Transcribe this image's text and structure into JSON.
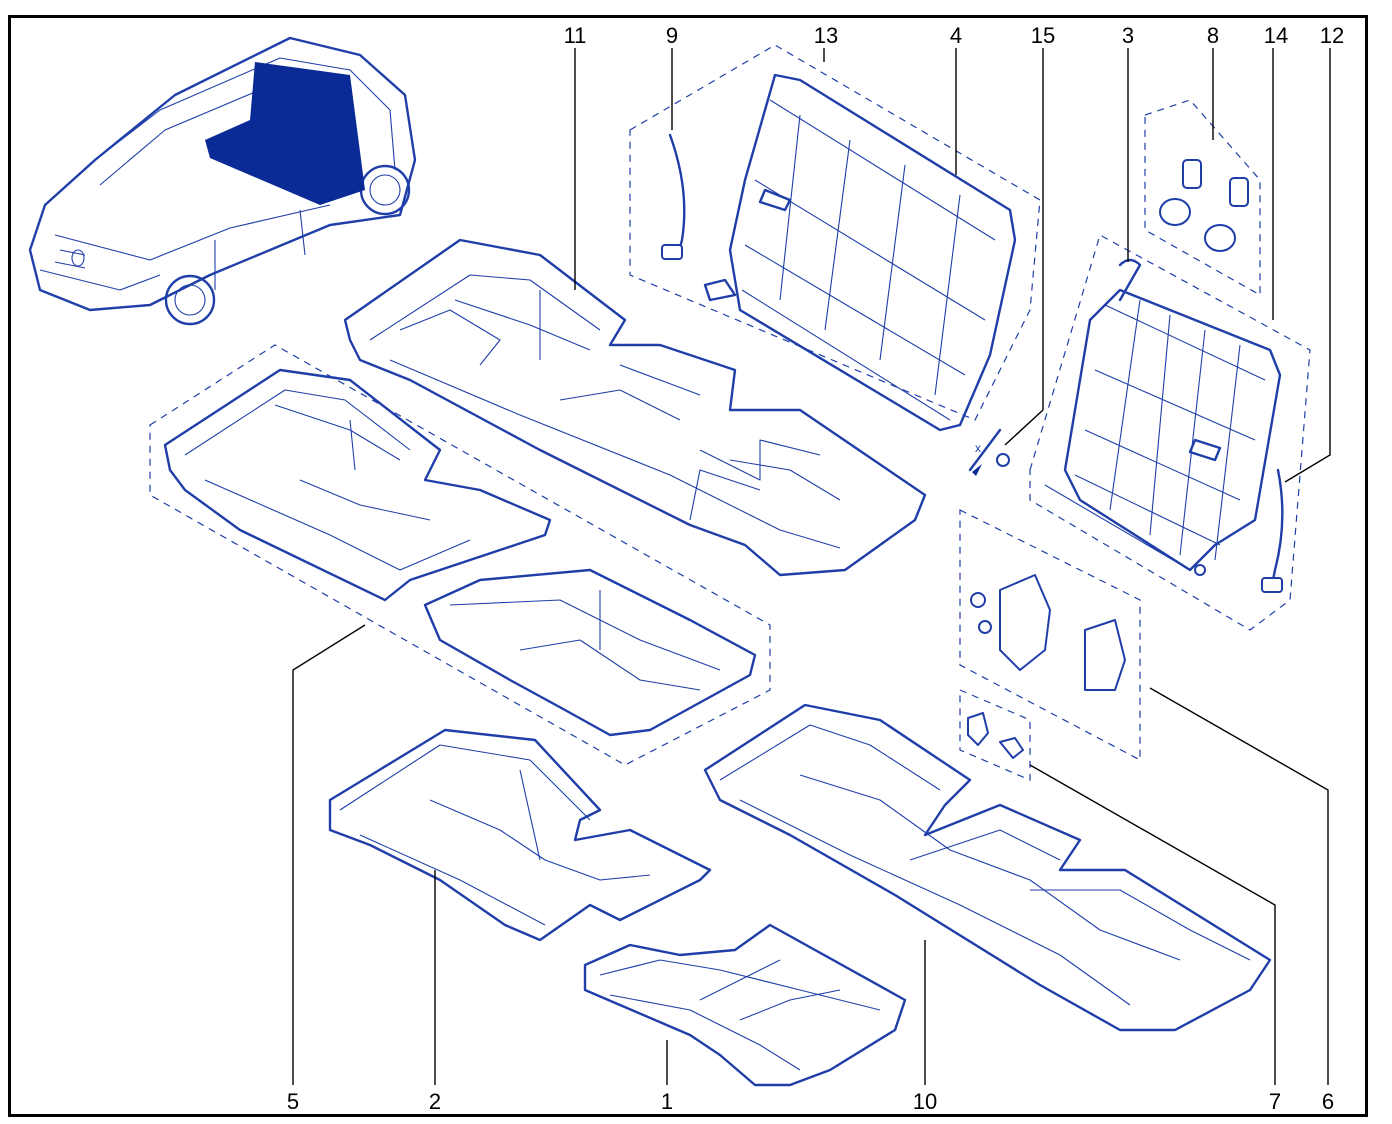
{
  "colors": {
    "line": "#1f3ea8",
    "highlight": "#0a2a96",
    "labels": "#000000"
  },
  "callouts": {
    "c1": "1",
    "c2": "2",
    "c3": "3",
    "c4": "4",
    "c5": "5",
    "c6": "6",
    "c7": "7",
    "c8": "8",
    "c9": "9",
    "c10": "10",
    "c11": "11",
    "c12": "12",
    "c13": "13",
    "c14": "14",
    "c15": "15"
  },
  "fastener_mark": "x"
}
